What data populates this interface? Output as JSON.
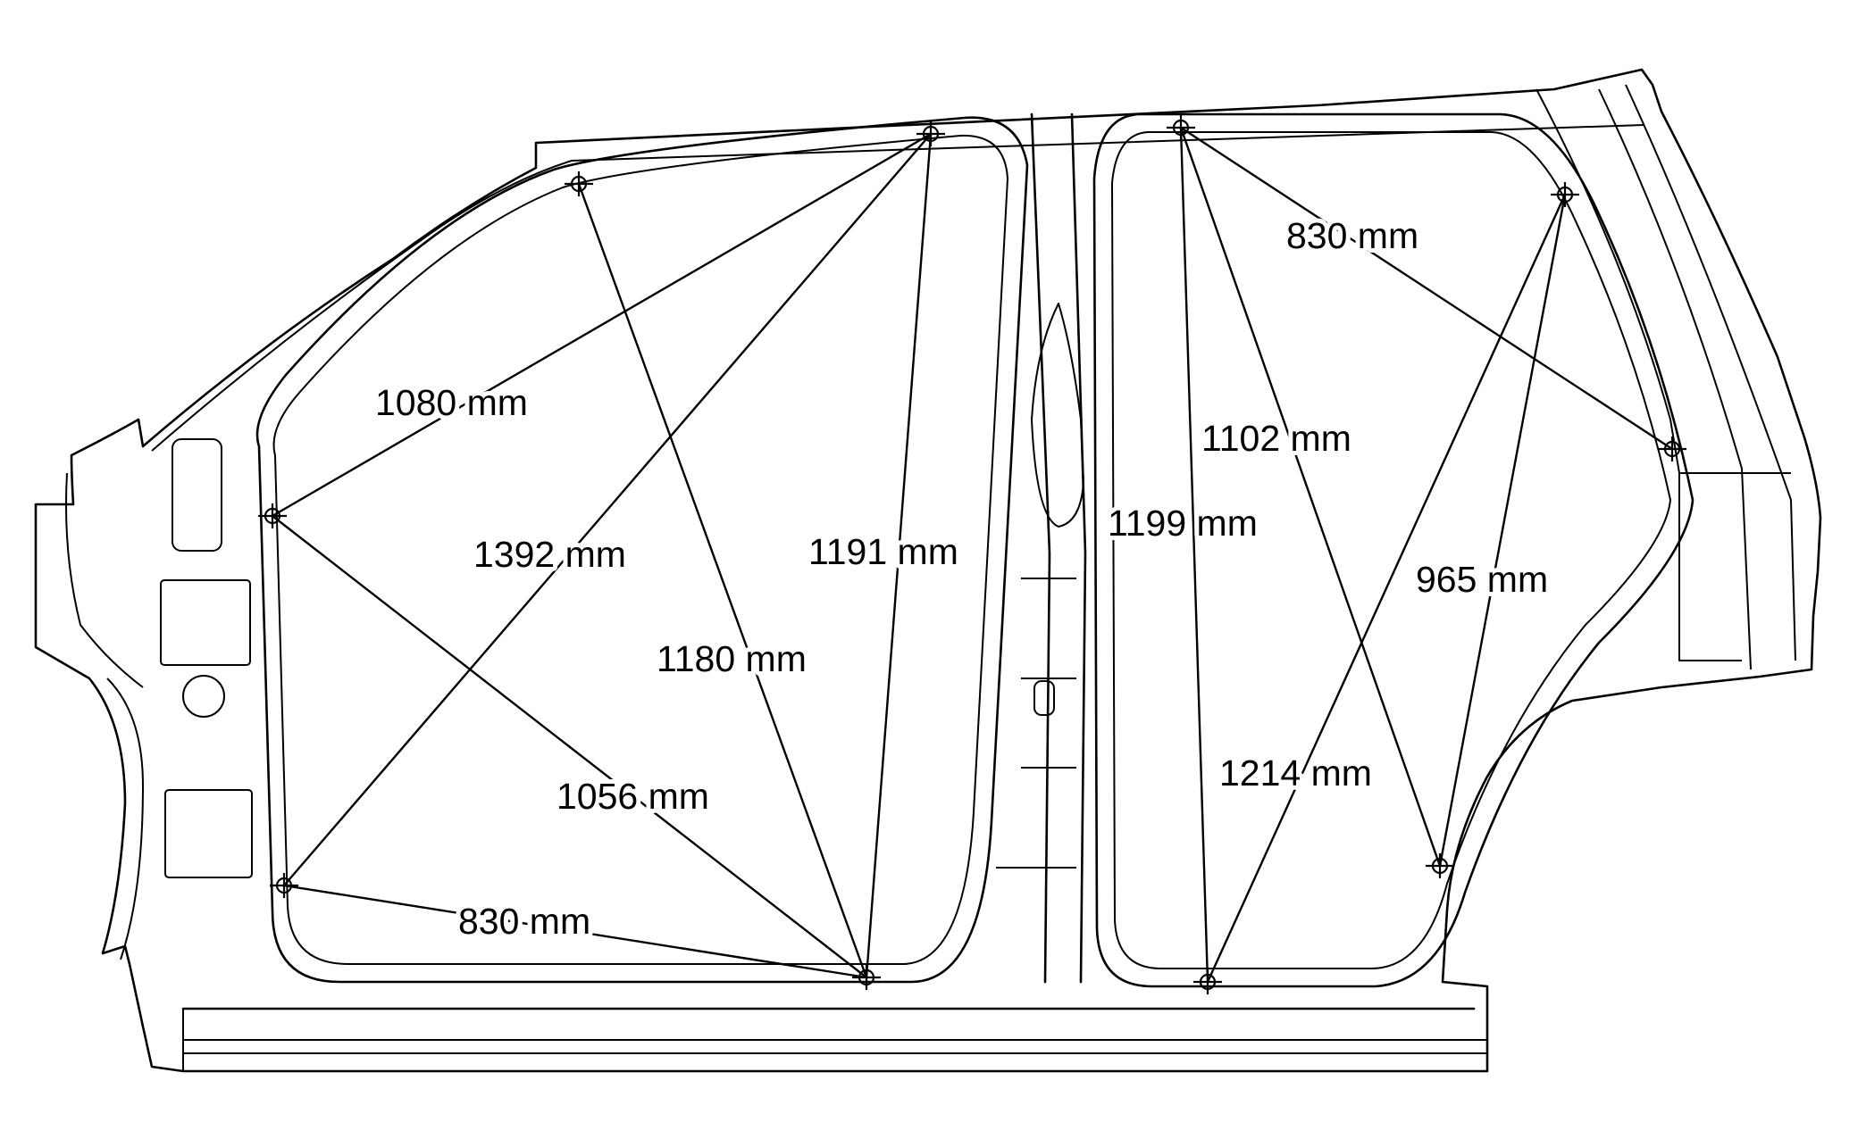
{
  "colors": {
    "line": "#000000",
    "background": "#ffffff"
  },
  "measurements": [
    {
      "id": "front-top-830",
      "label": "830 mm"
    },
    {
      "id": "front-1080",
      "label": "1080 mm"
    },
    {
      "id": "front-1392",
      "label": "1392 mm"
    },
    {
      "id": "front-1191",
      "label": "1191 mm"
    },
    {
      "id": "front-1180",
      "label": "1180 mm"
    },
    {
      "id": "front-1056",
      "label": "1056 mm"
    },
    {
      "id": "front-bottom-830",
      "label": "830 mm"
    },
    {
      "id": "rear-1102",
      "label": "1102 mm"
    },
    {
      "id": "rear-1199",
      "label": "1199 mm"
    },
    {
      "id": "rear-965",
      "label": "965 mm"
    },
    {
      "id": "rear-1214",
      "label": "1214 mm"
    }
  ]
}
